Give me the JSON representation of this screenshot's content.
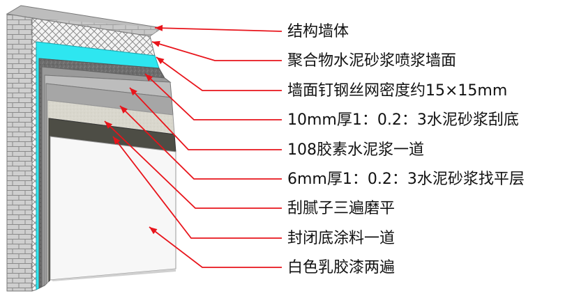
{
  "labels": [
    "结构墙体",
    "聚合物水泥砂浆喷浆墙面",
    "墙面钉钢丝网密度约15×15mm",
    "10mm厚1：0.2：3水泥砂浆刮底",
    "108胶素水泥浆一道",
    "6mm厚1：0.2：3水泥砂浆找平层",
    "刮腻子三遍磨平",
    "封闭底涂料一道",
    "白色乳胶漆两遍"
  ],
  "colors": {
    "leader": "#e8141b",
    "brick_face": "#cfcfcf",
    "brick_side": "#a9a9a9",
    "mortar": "#8a8a8a",
    "cyan_layer": "#2ee6f0",
    "dark_mortar": "#6a6a6a",
    "grey_layer": "#9a9a9a",
    "light_grey": "#bdbdbd",
    "putty": "#d8d6cc",
    "primer": "#4a4a42",
    "paint": "#f7f7f7"
  }
}
